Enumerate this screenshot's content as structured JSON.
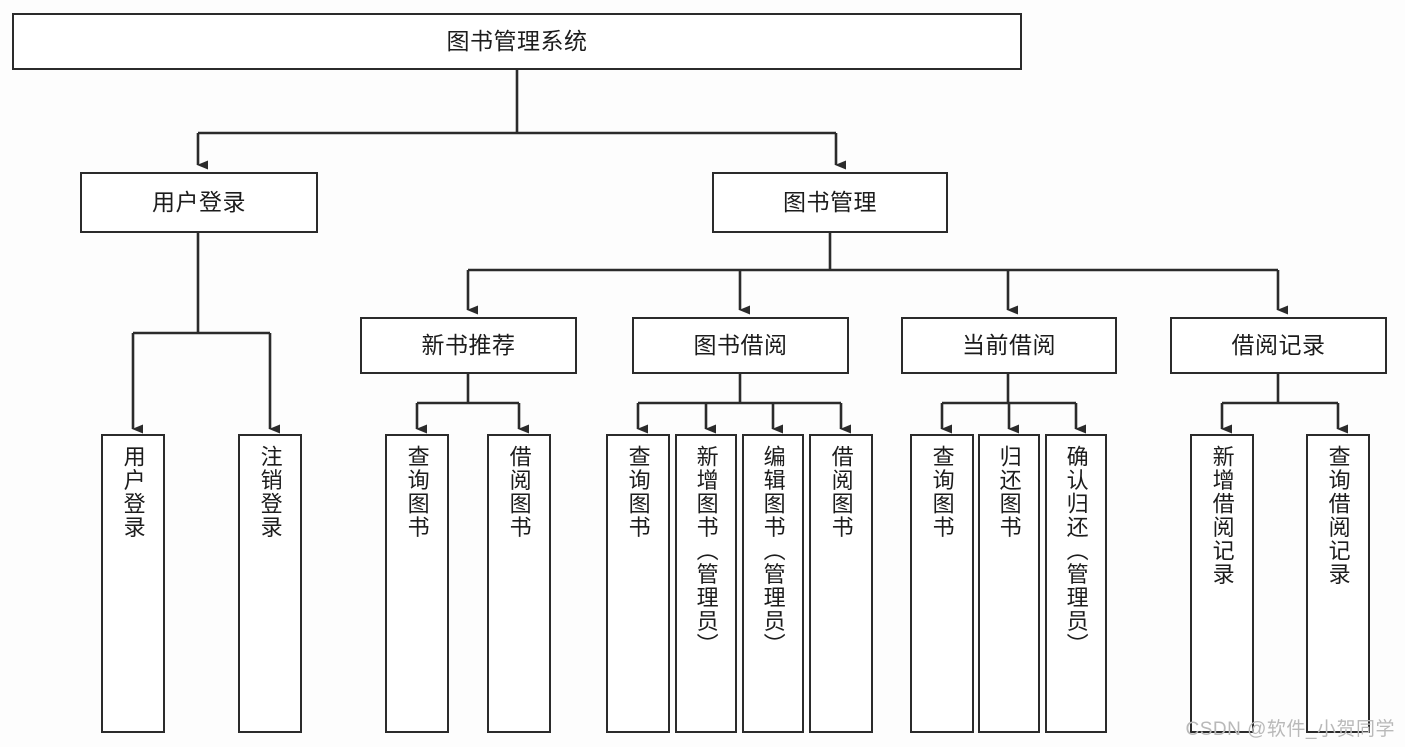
{
  "diagram": {
    "title": "图书管理系统",
    "type": "tree",
    "watermark": "CSDN @软件_小贺同学",
    "colors": {
      "background": "#fdfdfd",
      "node_fill": "#ffffff",
      "node_stroke": "#2b2b2b",
      "edge_stroke": "#2b2b2b",
      "text": "#1c1c1c",
      "watermark": "#b9b9b9"
    },
    "nodes": {
      "root": {
        "label": "图书管理系统",
        "orientation": "horizontal"
      },
      "level1": [
        {
          "id": "user-login",
          "label": "用户登录",
          "orientation": "horizontal"
        },
        {
          "id": "book-manage",
          "label": "图书管理",
          "orientation": "horizontal"
        }
      ],
      "level2": [
        {
          "id": "new-book-rec",
          "label": "新书推荐",
          "orientation": "horizontal"
        },
        {
          "id": "book-borrow",
          "label": "图书借阅",
          "orientation": "horizontal"
        },
        {
          "id": "current-borrow",
          "label": "当前借阅",
          "orientation": "horizontal"
        },
        {
          "id": "borrow-record",
          "label": "借阅记录",
          "orientation": "horizontal"
        }
      ],
      "leaves": [
        {
          "id": "leaf-user-login",
          "label": "用户登录",
          "parent": "user-login",
          "orientation": "vertical"
        },
        {
          "id": "leaf-logout-login",
          "label": "注销登录",
          "parent": "user-login",
          "orientation": "vertical"
        },
        {
          "id": "leaf-query-book-rec",
          "label": "查询图书",
          "parent": "new-book-rec",
          "orientation": "vertical"
        },
        {
          "id": "leaf-borrow-book-rec",
          "label": "借阅图书",
          "parent": "new-book-rec",
          "orientation": "vertical"
        },
        {
          "id": "leaf-query-book-brw",
          "label": "查询图书",
          "parent": "book-borrow",
          "orientation": "vertical"
        },
        {
          "id": "leaf-add-book",
          "label": "新增图书（管理员）",
          "parent": "book-borrow",
          "orientation": "vertical"
        },
        {
          "id": "leaf-edit-book",
          "label": "编辑图书（管理员）",
          "parent": "book-borrow",
          "orientation": "vertical"
        },
        {
          "id": "leaf-borrow-book-brw",
          "label": "借阅图书",
          "parent": "book-borrow",
          "orientation": "vertical"
        },
        {
          "id": "leaf-query-book-cur",
          "label": "查询图书",
          "parent": "current-borrow",
          "orientation": "vertical"
        },
        {
          "id": "leaf-return-book",
          "label": "归还图书",
          "parent": "current-borrow",
          "orientation": "vertical"
        },
        {
          "id": "leaf-confirm-return",
          "label": "确认归还（管理员）",
          "parent": "current-borrow",
          "orientation": "vertical"
        },
        {
          "id": "leaf-add-borrow-record",
          "label": "新增借阅记录",
          "parent": "borrow-record",
          "orientation": "vertical"
        },
        {
          "id": "leaf-query-borrow-record",
          "label": "查询借阅记录",
          "parent": "borrow-record",
          "orientation": "vertical"
        }
      ]
    }
  }
}
